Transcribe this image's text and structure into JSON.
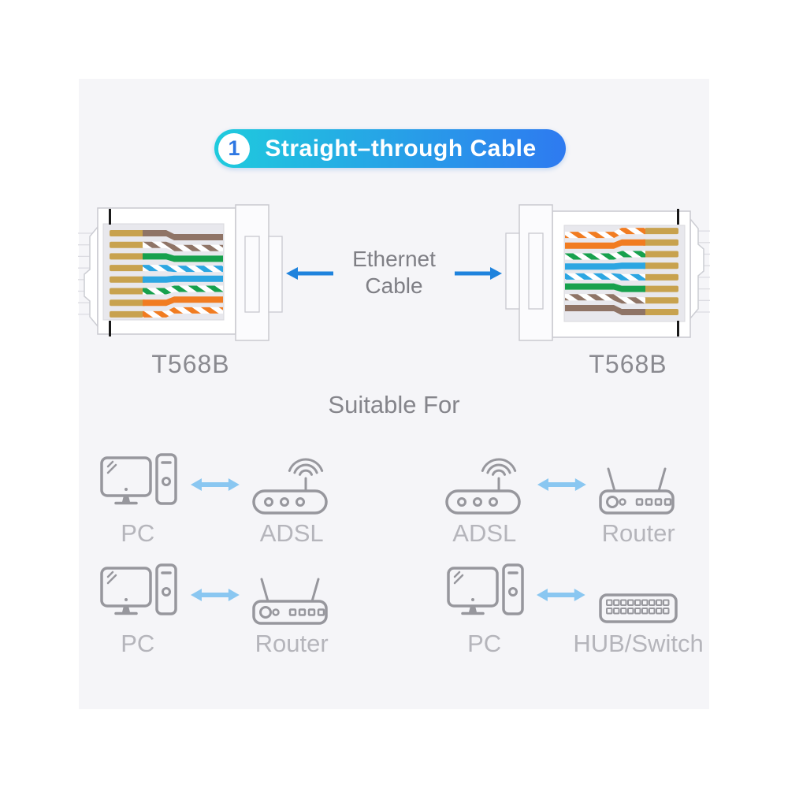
{
  "banner": {
    "number": "1",
    "title": "Straight–through Cable",
    "gradient_start": "#1FCBDD",
    "gradient_end": "#2E7AF0",
    "number_color": "#2E77E2"
  },
  "cable_section": {
    "left_connector_label": "T568B",
    "right_connector_label": "T568B",
    "center_line1": "Ethernet",
    "center_line2": "Cable",
    "wiring_standard": "T568B",
    "left_wire_order_top_to_bottom": [
      "brown",
      "white-brown",
      "green",
      "white-blue",
      "blue",
      "white-green",
      "orange",
      "white-orange"
    ],
    "right_wire_order_top_to_bottom": [
      "white-orange",
      "orange",
      "white-green",
      "blue",
      "white-blue",
      "green",
      "white-brown",
      "brown"
    ],
    "wire_colors": {
      "brown": "#8F7466",
      "green": "#17A14D",
      "blue": "#2CA6E2",
      "orange": "#F17C21",
      "gold": "#C8A24E"
    },
    "dark_arrow_color": "#1F83DD"
  },
  "suitable_for": {
    "heading": "Suitable For",
    "light_arrow_color": "#8AC7F1",
    "pairs": [
      {
        "left": "PC",
        "left_icon": "pc-icon",
        "right": "ADSL",
        "right_icon": "adsl-modem-icon"
      },
      {
        "left": "ADSL",
        "left_icon": "adsl-modem-icon",
        "right": "Router",
        "right_icon": "router-icon"
      },
      {
        "left": "PC",
        "left_icon": "pc-icon",
        "right": "Router",
        "right_icon": "router-icon"
      },
      {
        "left": "PC",
        "left_icon": "pc-icon",
        "right": "HUB/Switch",
        "right_icon": "hub-switch-icon"
      }
    ]
  },
  "colors": {
    "canvas_background": "#F5F5F8",
    "page_background": "#FFFFFF",
    "heading_text": "#85858B",
    "connector_label_text": "#8A8A90",
    "device_label_text": "#B5B5BB",
    "icon_stroke": "#97979D"
  }
}
